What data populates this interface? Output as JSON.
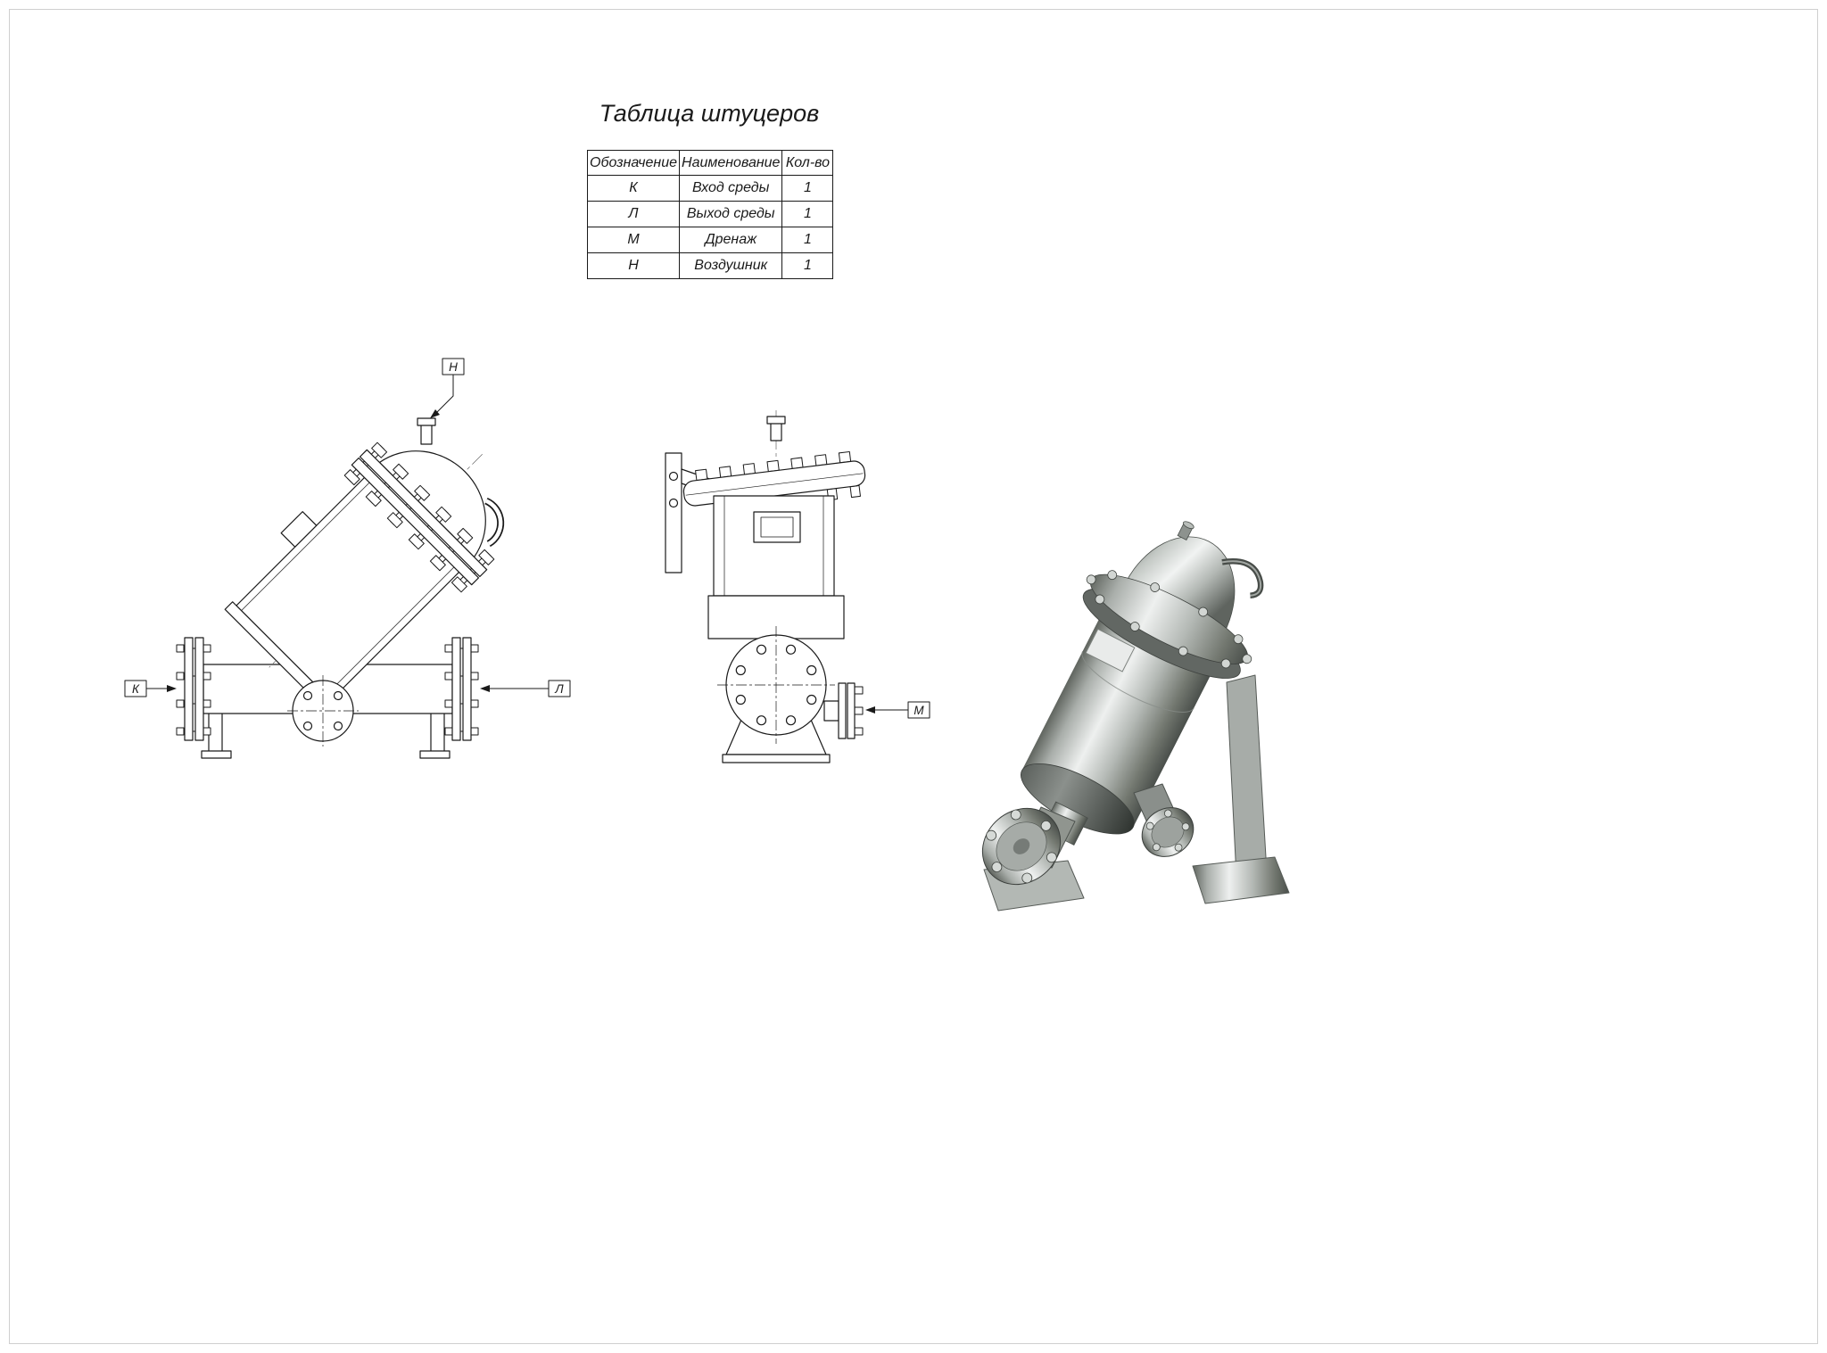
{
  "page": {
    "title": "Таблица штуцеров"
  },
  "nozzle_table": {
    "headers": [
      "Обозначение",
      "Наименование",
      "Кол-во"
    ],
    "rows": [
      {
        "designation": "К",
        "name": "Вход среды",
        "qty": "1"
      },
      {
        "designation": "Л",
        "name": "Выход среды",
        "qty": "1"
      },
      {
        "designation": "М",
        "name": "Дренаж",
        "qty": "1"
      },
      {
        "designation": "Н",
        "name": "Воздушник",
        "qty": "1"
      }
    ]
  },
  "callouts": {
    "n": "Н",
    "k": "К",
    "l": "Л",
    "m": "М"
  },
  "colors": {
    "line": "#1a1a1a",
    "frame": "#cfcfcf",
    "metal_light": "#eef0ef",
    "metal_dark": "#4a4f4b"
  }
}
